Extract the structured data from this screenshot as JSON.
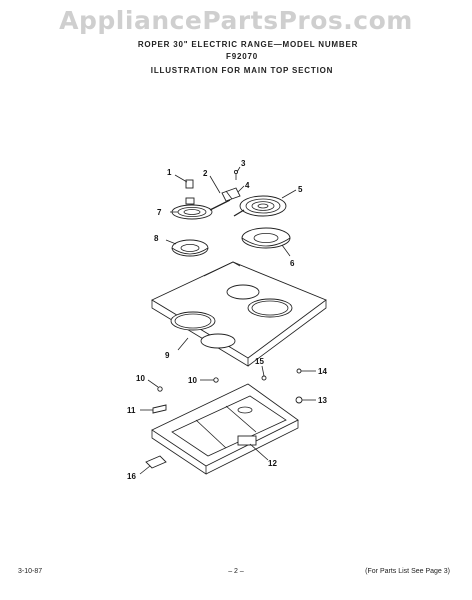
{
  "watermark": "AppliancePartsPros.com",
  "header": {
    "line1": "ROPER 30\" ELECTRIC RANGE—MODEL NUMBER",
    "line2": "F92070",
    "line3": "ILLUSTRATION FOR MAIN TOP SECTION"
  },
  "callouts": {
    "c1": "1",
    "c2": "2",
    "c3": "3",
    "c4": "4",
    "c5": "5",
    "c6": "6",
    "c7": "7",
    "c8": "8",
    "c9": "9",
    "c10a": "10",
    "c10b": "10",
    "c11": "11",
    "c12": "12",
    "c13": "13",
    "c14": "14",
    "c15": "15",
    "c16": "16"
  },
  "footer": {
    "date": "3-10-87",
    "page": "– 2 –",
    "note": "(For Parts List See Page 3)"
  }
}
